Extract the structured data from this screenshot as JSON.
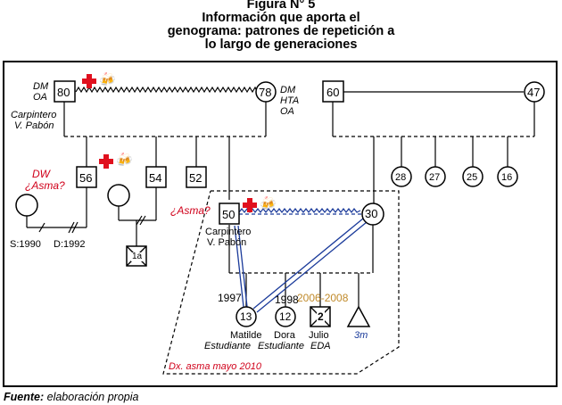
{
  "figure": {
    "title_line1": "Figura N° 5",
    "title_line2": "Información que aporta el",
    "title_line3": "genograma: patrones de repetición a",
    "title_line4": "lo largo de generaciones"
  },
  "nodes": {
    "grandfather_paternal": {
      "age": "80",
      "dx1": "DM",
      "dx2": "OA",
      "occupation": "Carpintero",
      "name": "V. Pabón"
    },
    "grandmother_paternal": {
      "age": "78",
      "dx1": "DM",
      "dx2": "HTA",
      "dx3": "OA"
    },
    "grandfather_maternal": {
      "age": "60"
    },
    "grandmother_maternal": {
      "age": "47"
    },
    "uncle_56": {
      "age": "56",
      "note1": "DW",
      "note2": "¿Asma?"
    },
    "uncle_54": {
      "age": "54"
    },
    "uncle_52": {
      "age": "52"
    },
    "separation": {
      "sep": "S:1990",
      "div": "D:1992"
    },
    "child_1a": {
      "age": "1a"
    },
    "father": {
      "age": "50",
      "note": "¿Asma?",
      "occupation": "Carpintero",
      "name": "V. Pabón"
    },
    "mother": {
      "age": "30"
    },
    "maternal_siblings": [
      "28",
      "27",
      "25",
      "16"
    ],
    "child_matilde": {
      "age": "13",
      "year": "1997",
      "name": "Matilde",
      "role": "Estudiante"
    },
    "child_dora": {
      "age": "12",
      "year": "1998",
      "name": "Dora",
      "role": "Estudiante"
    },
    "child_julio": {
      "age": "2",
      "years": "2006-2008",
      "name": "Julio",
      "role": "EDA"
    },
    "pregnancy": {
      "label": "3m"
    }
  },
  "household_note": "Dx. asma mayo 2010",
  "footer": {
    "source_label": "Fuente:",
    "source_text": "elaboración propia"
  },
  "icons": {
    "illness": "red-cross-icon",
    "alcohol": "beer-mugs-icon"
  },
  "colors": {
    "red": "#d0001a",
    "blue": "#1a3a9a",
    "gold": "#c08a2a"
  }
}
